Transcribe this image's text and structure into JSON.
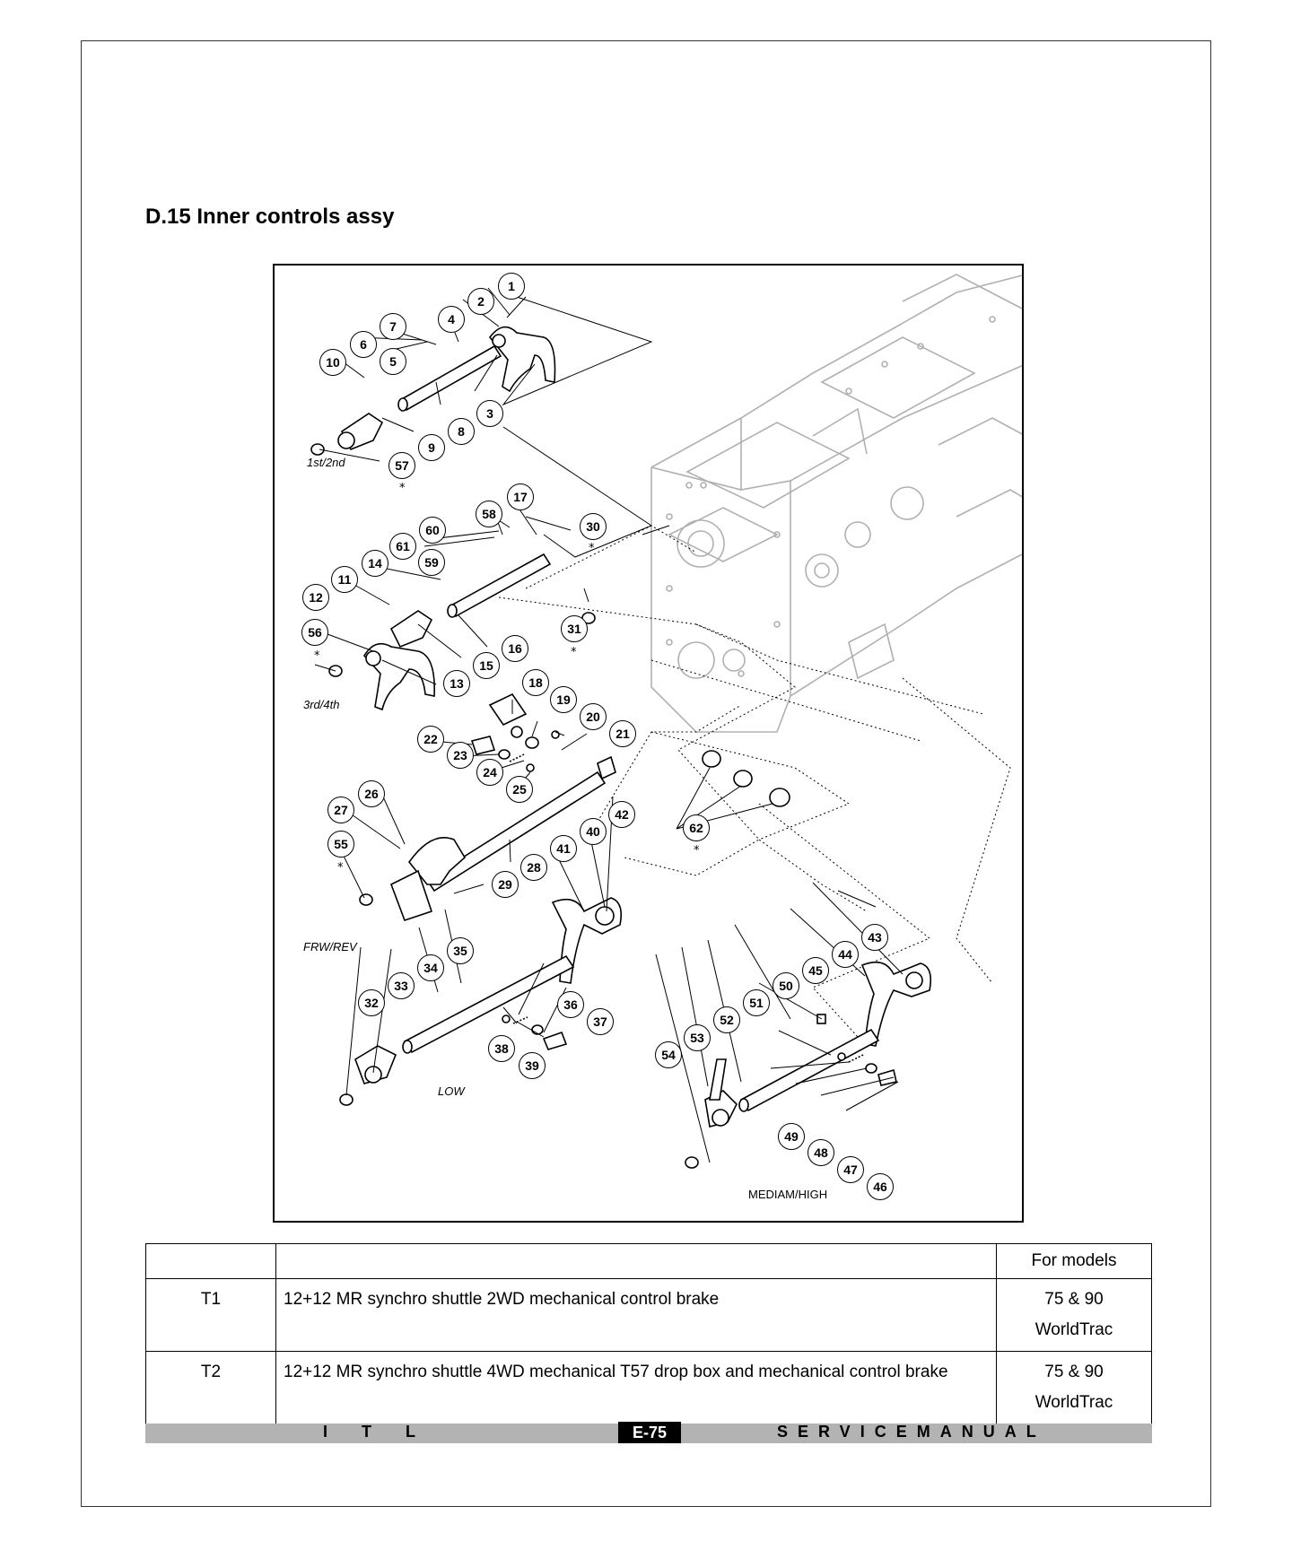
{
  "section": {
    "title": "D.15 Inner controls assy"
  },
  "diagram": {
    "labels": {
      "group_1_2": "1st/2nd",
      "group_3_4": "3rd/4th",
      "frw_rev": "FRW/REV",
      "low": "LOW",
      "medium_high": "MEDIAM/HIGH"
    },
    "callouts": [
      "1",
      "2",
      "3",
      "4",
      "5",
      "6",
      "7",
      "8",
      "9",
      "10",
      "11",
      "12",
      "13",
      "14",
      "15",
      "16",
      "17",
      "18",
      "19",
      "20",
      "21",
      "22",
      "23",
      "24",
      "25",
      "26",
      "27",
      "28",
      "29",
      "30",
      "31",
      "32",
      "33",
      "34",
      "35",
      "36",
      "37",
      "38",
      "39",
      "40",
      "41",
      "42",
      "43",
      "44",
      "45",
      "46",
      "47",
      "48",
      "49",
      "50",
      "51",
      "52",
      "53",
      "54",
      "55",
      "56",
      "57",
      "58",
      "59",
      "60",
      "61",
      "62"
    ],
    "star": "*"
  },
  "table": {
    "header": {
      "code": "",
      "desc": "",
      "models": "For models"
    },
    "rows": [
      {
        "code": "T1",
        "desc": "12+12 MR synchro shuttle 2WD mechanical control brake",
        "models_line1": "75 & 90",
        "models_line2": "WorldTrac"
      },
      {
        "code": "T2",
        "desc": "12+12 MR synchro shuttle 4WD mechanical T57 drop box and mechanical control brake",
        "models_line1": "75 & 90",
        "models_line2": "WorldTrac"
      }
    ]
  },
  "footer": {
    "left": "ITL",
    "page": "E-75",
    "right": "SERVICEMANUAL"
  }
}
